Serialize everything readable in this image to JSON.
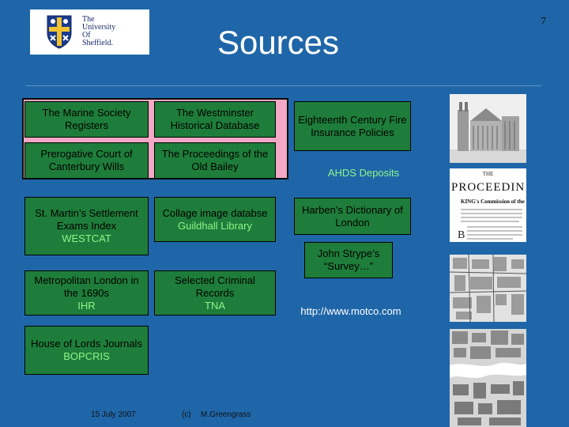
{
  "logo": {
    "line1": "The",
    "line2": "University",
    "line3": "Of",
    "line4": "Sheffield."
  },
  "slide": {
    "page_number": "7",
    "title": "Sources"
  },
  "boxes": {
    "marine_society": "The Marine Society Registers",
    "westminster": "The Westminster Historical Database",
    "fire_insurance": "Eighteenth Century Fire Insurance Policies",
    "prerogative_court": "Prerogative Court of Canterbury Wills",
    "old_bailey": "The Proceedings of the Old Bailey",
    "ahds": "AHDS Deposits",
    "st_martins_line1": "St. Martin’s Settlement Exams Index",
    "st_martins_line2": "WESTCAT",
    "collage_line1": "Collage image databse",
    "collage_line2": "Guildhall Library",
    "harben": "Harben’s Dictionary of London",
    "strype": "John Strype’s “Survey…”",
    "metropolitan_line1": "Metropolitan London in the 1690s",
    "metropolitan_line2": "IHR",
    "criminal_line1": "Selected Criminal Records",
    "criminal_line2": "TNA",
    "motco_link": "http://www.motco.com",
    "lords_line1": "House of Lords Journals",
    "lords_line2": "BOPCRIS"
  },
  "footer": {
    "date": "15 July 2007",
    "copyright": "(c)",
    "author": "M.Greengrass"
  },
  "proceedings_thumb": {
    "line1": "THE",
    "line2": "PROCEEDIN",
    "line3": "KING's Commission of the"
  },
  "colors": {
    "background": "#1f66a8",
    "box_fill": "#1e7d3a",
    "pink_panel": "#f3a8c6",
    "accent_text": "#8ef58a"
  }
}
